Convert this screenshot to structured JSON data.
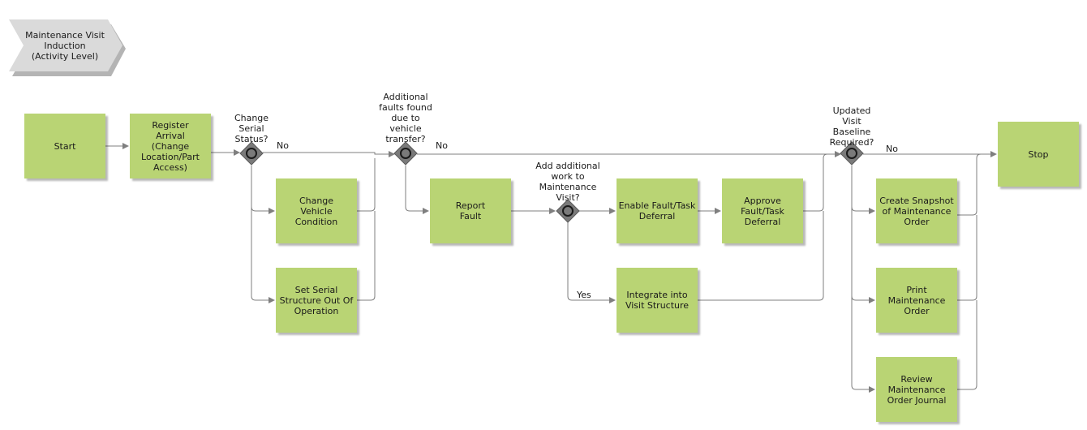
{
  "header": {
    "title": "Maintenance Visit\nInduction\n(Activity Level)"
  },
  "steps": {
    "start": "Start",
    "register_arrival": "Register\nArrival\n(Change\nLocation/Part\nAccess)",
    "change_vehicle_condition": "Change\nVehicle\nCondition",
    "set_serial_structure": "Set Serial\nStructure Out Of\nOperation",
    "report_fault": "Report\nFault",
    "enable_deferral": "Enable Fault/Task\nDeferral",
    "approve_deferral": "Approve\nFault/Task\nDeferral",
    "integrate_visit": "Integrate into\nVisit Structure",
    "create_snapshot": "Create Snapshot\nof Maintenance\nOrder",
    "print_order": "Print\nMaintenance\nOrder",
    "review_journal": "Review\nMaintenance\nOrder Journal",
    "stop": "Stop"
  },
  "gateways": {
    "change_serial": "Change\nSerial\nStatus?",
    "additional_faults": "Additional\nfaults found\ndue to\nvehicle\ntransfer?",
    "add_work": "Add additional\nwork to\nMaintenance\nVisit?",
    "updated_baseline": "Updated\nVisit\nBaseline\nRequired?"
  },
  "edge_labels": {
    "no1": "No",
    "no2": "No",
    "yes": "Yes",
    "no3": "No"
  },
  "colors": {
    "task_fill": "#b9d474",
    "gateway_fill": "#7a7a7a",
    "line": "#7f7f7f",
    "chevron_fill": "#dadada"
  }
}
